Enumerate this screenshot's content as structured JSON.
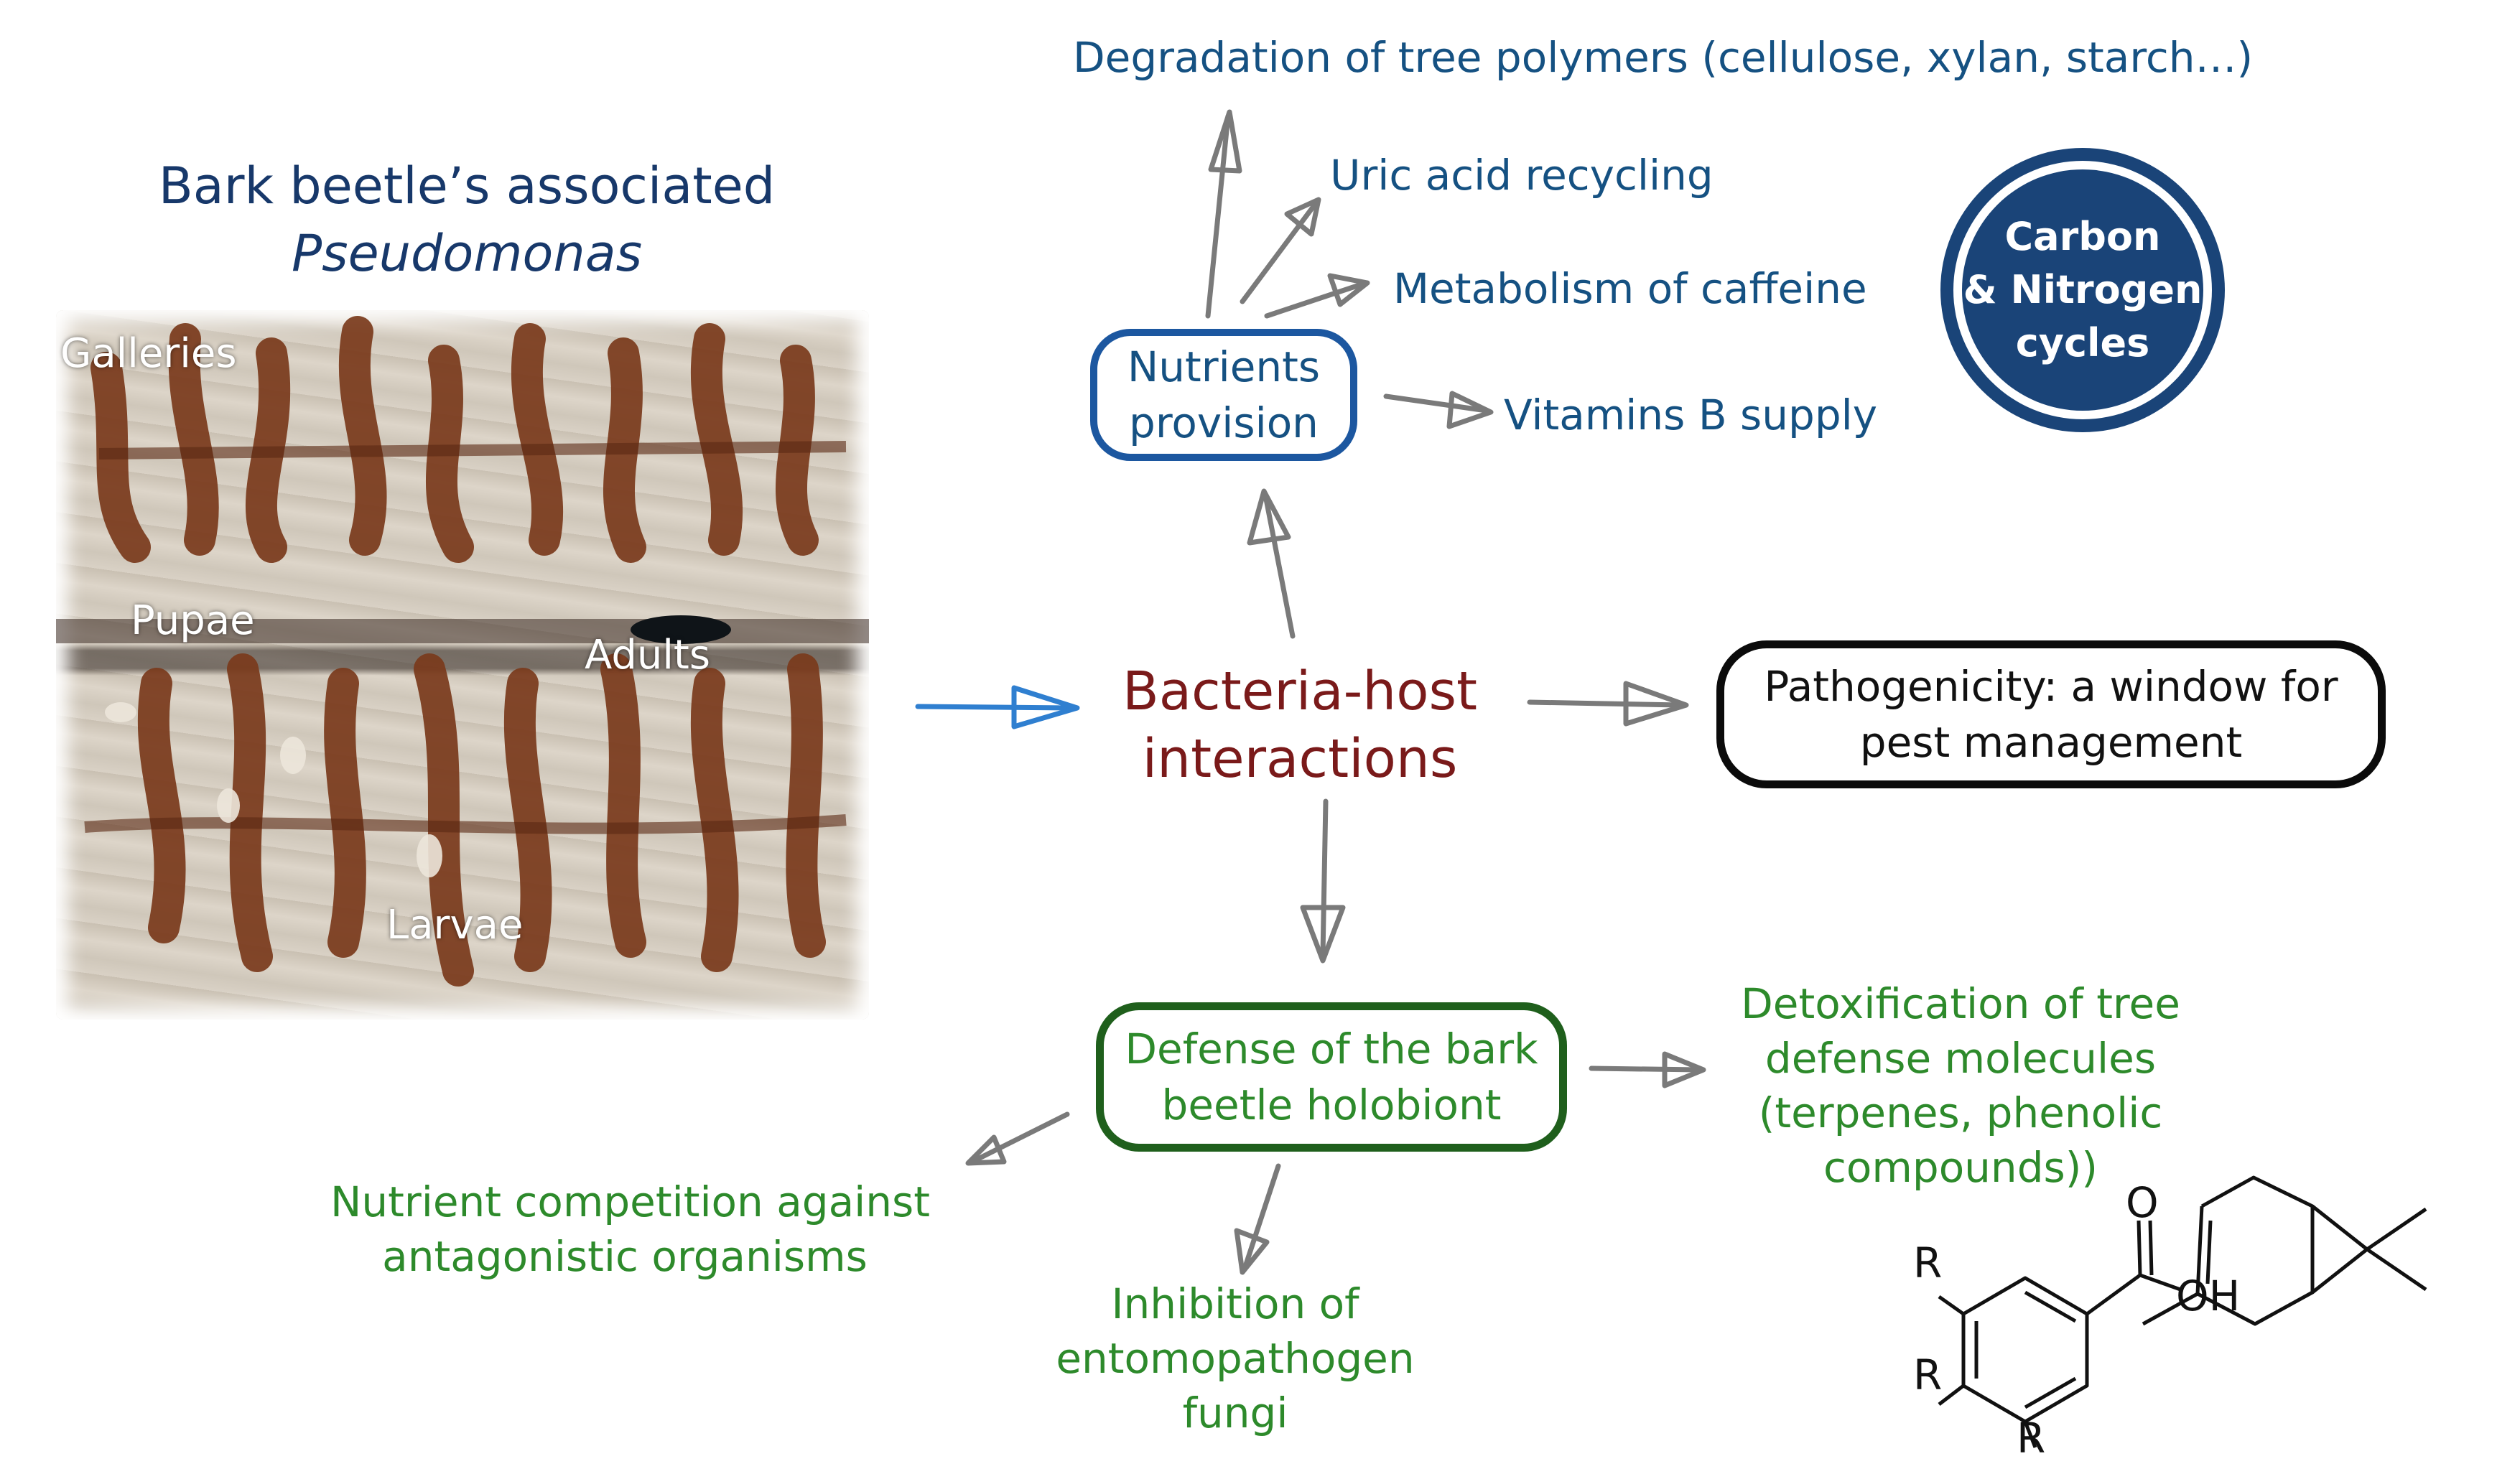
{
  "photo": {
    "title_line1": "Bark beetle’s associated",
    "title_line2": "Pseudomonas",
    "labels": {
      "galleries": "Galleries",
      "pupae": "Pupae",
      "adults": "Adults",
      "larvae": "Larvae"
    }
  },
  "central": {
    "line1": "Bacteria-host",
    "line2": "interactions"
  },
  "nutrients": {
    "box_line1": "Nutrients",
    "box_line2": "provision",
    "items": {
      "degradation": "Degradation of tree polymers (cellulose, xylan, starch…)",
      "uric": "Uric acid recycling",
      "caffeine": "Metabolism of caffeine",
      "vitamins": "Vitamins B supply"
    }
  },
  "cycles": {
    "line1": "Carbon",
    "line2": "& Nitrogen",
    "line3": "cycles"
  },
  "pathogenicity": {
    "line1": "Pathogenicity: a window for",
    "line2": "pest management"
  },
  "defense": {
    "box_line1": "Defense of the bark",
    "box_line2": "beetle holobiont",
    "competition_line1": "Nutrient competition against",
    "competition_line2": "antagonistic organisms",
    "inhibition_line1": "Inhibition of",
    "inhibition_line2": "entomopathogen",
    "inhibition_line3": "fungi",
    "detox_line1": "Detoxification of tree",
    "detox_line2": "defense molecules",
    "detox_line3": "(terpenes, phenolic",
    "detox_line4": "compounds))"
  },
  "chemistry": {
    "atom_o": "O",
    "atom_oh": "OH",
    "r1": "R",
    "r2": "R",
    "r3": "R"
  },
  "colors": {
    "blue_text": "#155182",
    "navy": "#1a4478",
    "green_text": "#2d8a2b",
    "green_border": "#1f5f1c",
    "dark_red": "#7a1a1a",
    "arrow_grey": "#7a7a7a",
    "arrow_blue": "#2f7fd0"
  }
}
